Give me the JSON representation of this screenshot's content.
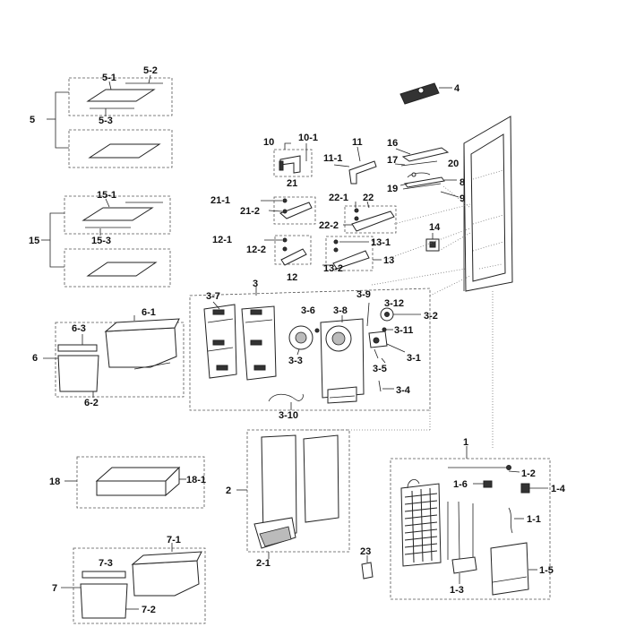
{
  "labels": {
    "p1": "1",
    "p1_1": "1-1",
    "p1_2": "1-2",
    "p1_3": "1-3",
    "p1_4": "1-4",
    "p1_5": "1-5",
    "p1_6": "1-6",
    "p2": "2",
    "p2_1": "2-1",
    "p3": "3",
    "p3_1": "3-1",
    "p3_2": "3-2",
    "p3_3": "3-3",
    "p3_4": "3-4",
    "p3_5": "3-5",
    "p3_6": "3-6",
    "p3_7": "3-7",
    "p3_8": "3-8",
    "p3_9": "3-9",
    "p3_10": "3-10",
    "p3_11": "3-11",
    "p3_12": "3-12",
    "p4": "4",
    "p5": "5",
    "p5_1": "5-1",
    "p5_2": "5-2",
    "p5_3": "5-3",
    "p6": "6",
    "p6_1": "6-1",
    "p6_2": "6-2",
    "p6_3": "6-3",
    "p7": "7",
    "p7_1": "7-1",
    "p7_2": "7-2",
    "p7_3": "7-3",
    "p8": "8",
    "p9": "9",
    "p10": "10",
    "p10_1": "10-1",
    "p11": "11",
    "p11_1": "11-1",
    "p12": "12",
    "p12_1": "12-1",
    "p12_2": "12-2",
    "p13": "13",
    "p13_1": "13-1",
    "p13_2": "13-2",
    "p14": "14",
    "p15": "15",
    "p15_1": "15-1",
    "p15_3": "15-3",
    "p16": "16",
    "p17": "17",
    "p18": "18",
    "p18_1": "18-1",
    "p19": "19",
    "p20": "20",
    "p21": "21",
    "p21_1": "21-1",
    "p21_2": "21-2",
    "p22": "22",
    "p22_1": "22-1",
    "p22_2": "22-2",
    "p23": "23"
  }
}
